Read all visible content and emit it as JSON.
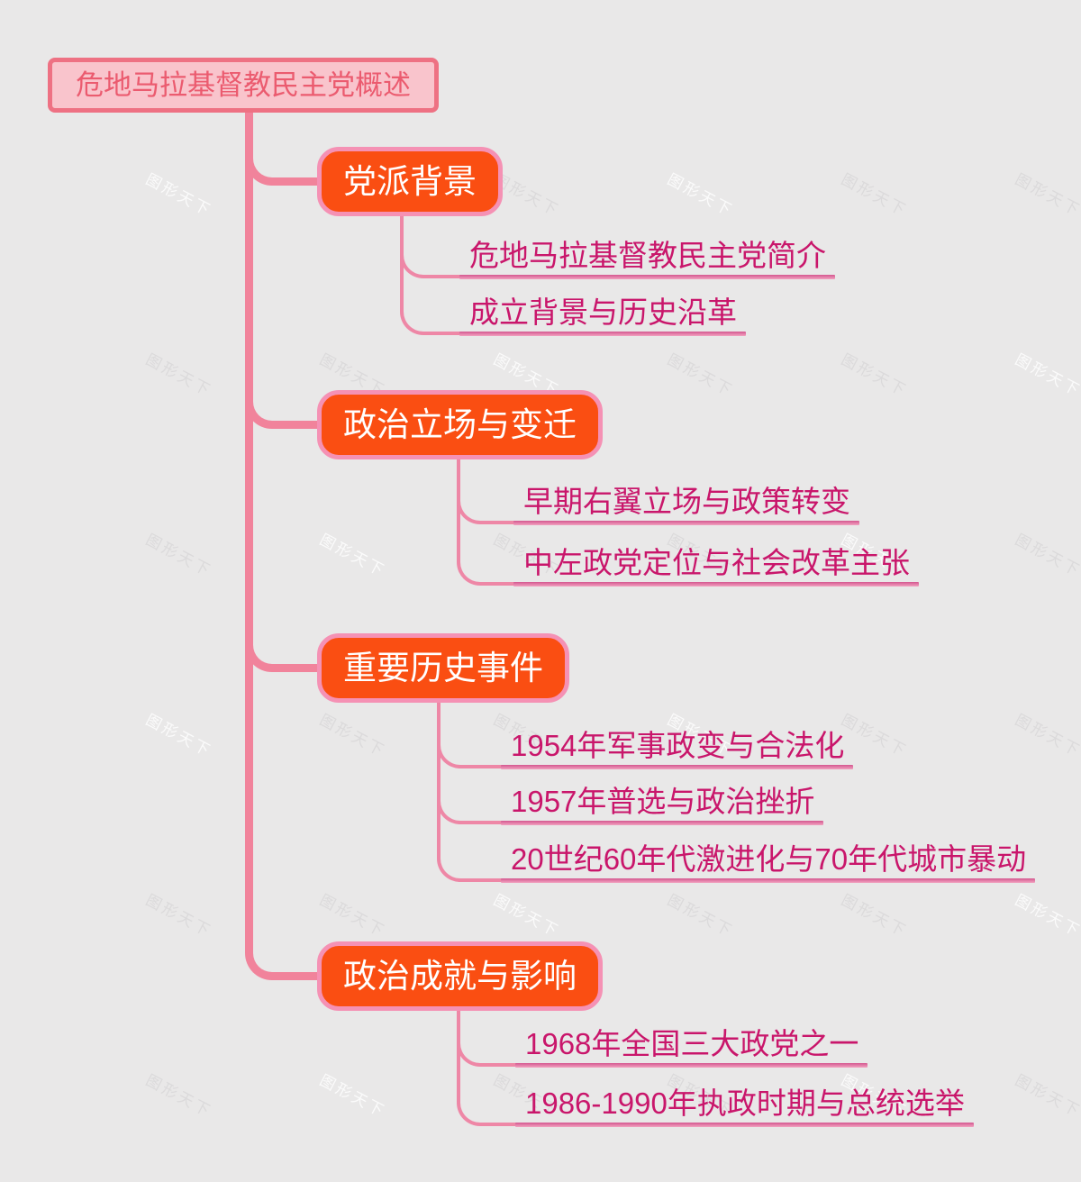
{
  "title": "危地马拉基督教民主党概述",
  "watermark": "图形天下",
  "colors": {
    "background": "#e9e8e8",
    "root_fill": "#f9c4cc",
    "root_border": "#ee7183",
    "root_text": "#eb5b6f",
    "branch_fill": "#fa4e12",
    "branch_border": "#f591b4",
    "branch_text": "#ffffff",
    "trunk_line": "#f1839b",
    "child_line": "#ee87a6",
    "leaf_text": "#c9166b",
    "leaf_underline": "#f2a3c0"
  },
  "branches": [
    {
      "label": "党派背景",
      "children": [
        "危地马拉基督教民主党简介",
        "成立背景与历史沿革"
      ]
    },
    {
      "label": "政治立场与变迁",
      "children": [
        "早期右翼立场与政策转变",
        "中左政党定位与社会改革主张"
      ]
    },
    {
      "label": "重要历史事件",
      "children": [
        "1954年军事政变与合法化",
        "1957年普选与政治挫折",
        "20世纪60年代激进化与70年代城市暴动"
      ]
    },
    {
      "label": "政治成就与影响",
      "children": [
        "1968年全国三大政党之一",
        "1986-1990年执政时期与总统选举"
      ]
    }
  ]
}
